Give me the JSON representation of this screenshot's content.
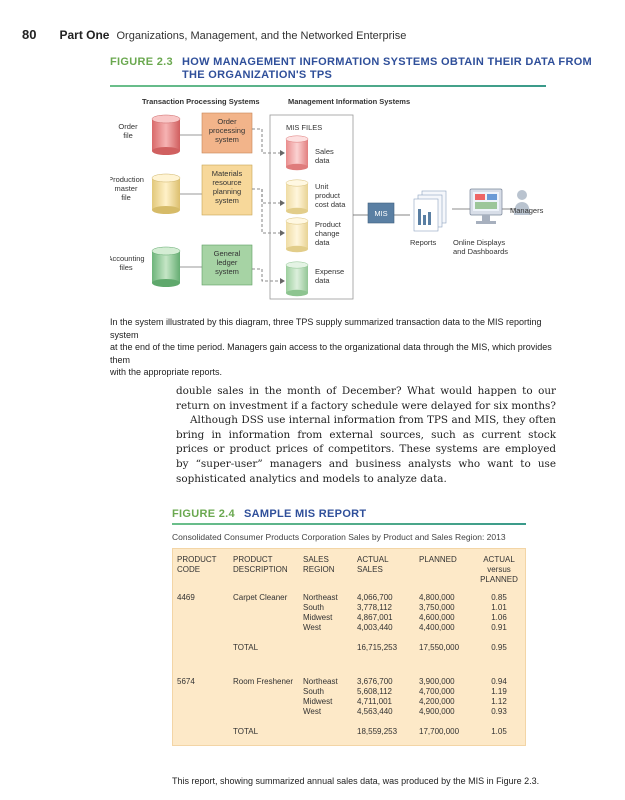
{
  "running_head": {
    "page_number": "80",
    "part": "Part One",
    "title": "Organizations, Management, and the Networked Enterprise"
  },
  "figure_2_3": {
    "number": "FIGURE 2.3",
    "title_line1": "HOW MANAGEMENT INFORMATION SYSTEMS OBTAIN THEIR DATA FROM",
    "title_line2": "THE ORGANIZATION'S TPS",
    "diagram": {
      "col_tps": "Transaction Processing Systems",
      "col_mis": "Management Information Systems",
      "files": [
        {
          "line1": "Order",
          "line2": "file",
          "line3": ""
        },
        {
          "line1": "Production",
          "line2": "master",
          "line3": "file"
        },
        {
          "line1": "Accounting",
          "line2": "files",
          "line3": ""
        }
      ],
      "systems": [
        {
          "line1": "Order",
          "line2": "processing",
          "line3": "system",
          "color": "#f2b48a"
        },
        {
          "line1": "Materials",
          "line2": "resource",
          "line3": "planning",
          "line4": "system",
          "color": "#f7d89a"
        },
        {
          "line1": "General",
          "line2": "ledger",
          "line3": "system",
          "color": "#a6d3a4"
        }
      ],
      "mis_files_label": "MIS FILES",
      "mis_files": [
        {
          "line1": "Sales",
          "line2": "data",
          "line3": ""
        },
        {
          "line1": "Unit",
          "line2": "product",
          "line3": "cost data"
        },
        {
          "line1": "Product",
          "line2": "change",
          "line3": "data"
        },
        {
          "line1": "Expense",
          "line2": "data",
          "line3": ""
        }
      ],
      "mis_label": "MIS",
      "reports_label": "Reports",
      "online_line1": "Online Displays",
      "online_line2": "and Dashboards",
      "managers_label": "Managers"
    },
    "caption_line1": "In the system illustrated by this diagram, three TPS supply summarized transaction data to the MIS reporting system",
    "caption_line2": "at the end of the time period. Managers gain access to the organizational data through the MIS, which provides them",
    "caption_line3": "with the appropriate reports."
  },
  "body": {
    "para1": "double sales in the month of December? What would happen to our return on investment if a factory schedule were delayed for six months?",
    "para2": "Although DSS use internal information from TPS and MIS, they often bring in information from external sources, such as current stock prices or product prices of competitors. These systems are employed by “super-user” managers and business analysts who want to use sophisticated analytics and models to analyze data."
  },
  "figure_2_4": {
    "number": "FIGURE 2.4",
    "title": "SAMPLE MIS REPORT",
    "report_title": "Consolidated Consumer Products Corporation Sales by Product and Sales Region: 2013",
    "headers": {
      "code_1": "PRODUCT",
      "code_2": "CODE",
      "desc_1": "PRODUCT",
      "desc_2": "DESCRIPTION",
      "region_1": "SALES",
      "region_2": "REGION",
      "actual_1": "ACTUAL",
      "actual_2": "SALES",
      "planned_1": "PLANNED",
      "vs_1": "ACTUAL",
      "vs_2": "versus",
      "vs_3": "PLANNED"
    },
    "products": [
      {
        "code": "4469",
        "description": "Carpet Cleaner",
        "rows": [
          {
            "region": "Northeast",
            "actual": "4,066,700",
            "planned": "4,800,000",
            "ratio": "0.85"
          },
          {
            "region": "South",
            "actual": "3,778,112",
            "planned": "3,750,000",
            "ratio": "1.01"
          },
          {
            "region": "Midwest",
            "actual": "4,867,001",
            "planned": "4,600,000",
            "ratio": "1.06"
          },
          {
            "region": "West",
            "actual": "4,003,440",
            "planned": "4,400,000",
            "ratio": "0.91"
          }
        ],
        "total_label": "TOTAL",
        "total_actual": "16,715,253",
        "total_planned": "17,550,000",
        "total_ratio": "0.95"
      },
      {
        "code": "5674",
        "description": "Room Freshener",
        "rows": [
          {
            "region": "Northeast",
            "actual": "3,676,700",
            "planned": "3,900,000",
            "ratio": "0.94"
          },
          {
            "region": "South",
            "actual": "5,608,112",
            "planned": "4,700,000",
            "ratio": "1.19"
          },
          {
            "region": "Midwest",
            "actual": "4,711,001",
            "planned": "4,200,000",
            "ratio": "1.12"
          },
          {
            "region": "West",
            "actual": "4,563,440",
            "planned": "4,900,000",
            "ratio": "0.93"
          }
        ],
        "total_label": "TOTAL",
        "total_actual": "18,559,253",
        "total_planned": "17,700,000",
        "total_ratio": "1.05"
      }
    ],
    "caption": "This report, showing summarized annual sales data, was produced by the MIS in Figure 2.3."
  }
}
